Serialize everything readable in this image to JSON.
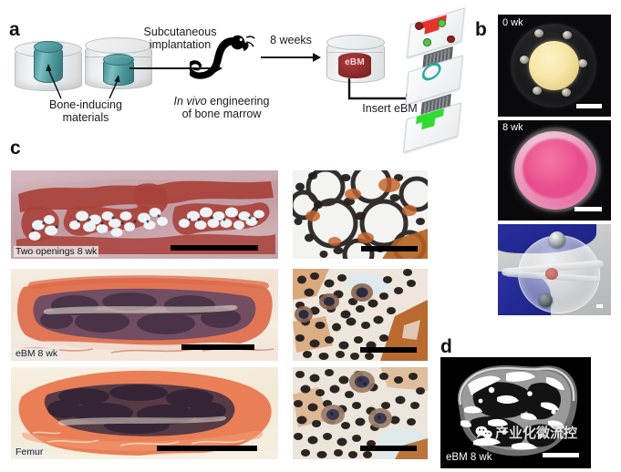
{
  "figure": {
    "panels": [
      "a",
      "b",
      "c",
      "d"
    ]
  },
  "panel_a": {
    "letter": "a",
    "materials_label_line1": "Bone-inducing",
    "materials_label_line2": "materials",
    "step1_line1": "Subcutaneous",
    "step1_line2": "implantation",
    "invivo_line1_italic": "In vivo",
    "invivo_line1_rest": " engineering",
    "invivo_line2": "of bone marrow",
    "step2": "8 weeks",
    "dish_label": "eBM",
    "insert_label": "Insert eBM",
    "icons": {
      "mouse": "mouse-icon",
      "arrow": "arrow-right-icon"
    },
    "colors": {
      "material_teal": "#4d989c",
      "ebm_red": "#8e2b2b",
      "chip_red": "#e8322c",
      "chip_green": "#2fdb2f",
      "chip_teal": "#2aa9a2"
    }
  },
  "panel_b": {
    "letter": "b",
    "images": [
      {
        "name": "scaffold-0wk",
        "label": "0 wk",
        "has_scalebar": true
      },
      {
        "name": "scaffold-8wk",
        "label": "8 wk",
        "has_scalebar": true
      },
      {
        "name": "chip-in-hand",
        "label": "",
        "has_scalebar": true
      }
    ]
  },
  "panel_c": {
    "letter": "c",
    "low_mag": [
      {
        "name": "two-openings-8wk",
        "label": "Two openings 8 wk"
      },
      {
        "name": "ebm-8wk",
        "label": "eBM 8 wk"
      },
      {
        "name": "femur",
        "label": "Femur"
      }
    ],
    "high_mag": [
      {
        "name": "adipocyte-inset"
      },
      {
        "name": "ebm-cells-inset"
      },
      {
        "name": "femur-cells-inset"
      }
    ]
  },
  "panel_d": {
    "letter": "d",
    "label": "eBM 8 wk",
    "image_name": "microct-ebm-8wk"
  },
  "watermark": {
    "text": "产业化微流控",
    "logo": "wechat-icon"
  }
}
